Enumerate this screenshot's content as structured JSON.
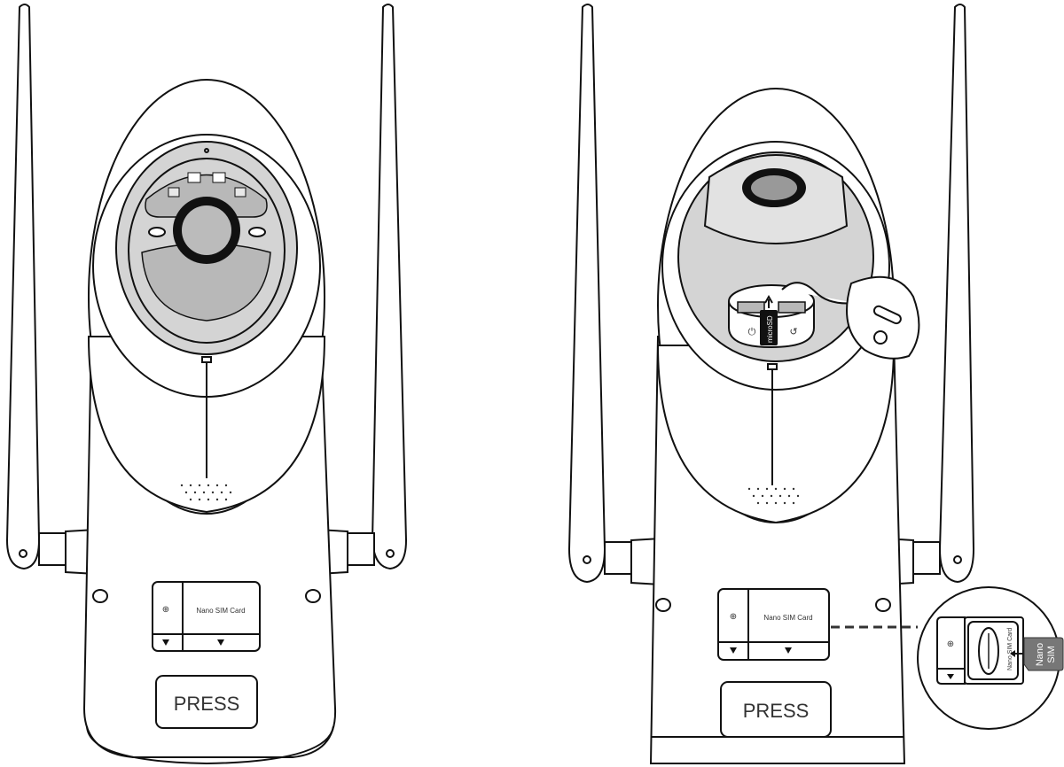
{
  "left_camera": {
    "sim_label": "Nano SIM Card",
    "press_label": "PRESS"
  },
  "right_camera": {
    "sim_label": "Nano SIM Card",
    "press_label": "PRESS",
    "microsd_label": "microSD",
    "inset": {
      "slot_label": "Nano SIM Card",
      "card_line1": "Nano",
      "card_line2": "SIM"
    }
  },
  "colors": {
    "line": "#111111",
    "lens_gray": "#d4d4d4",
    "dark_gray": "#8a8a8a"
  }
}
